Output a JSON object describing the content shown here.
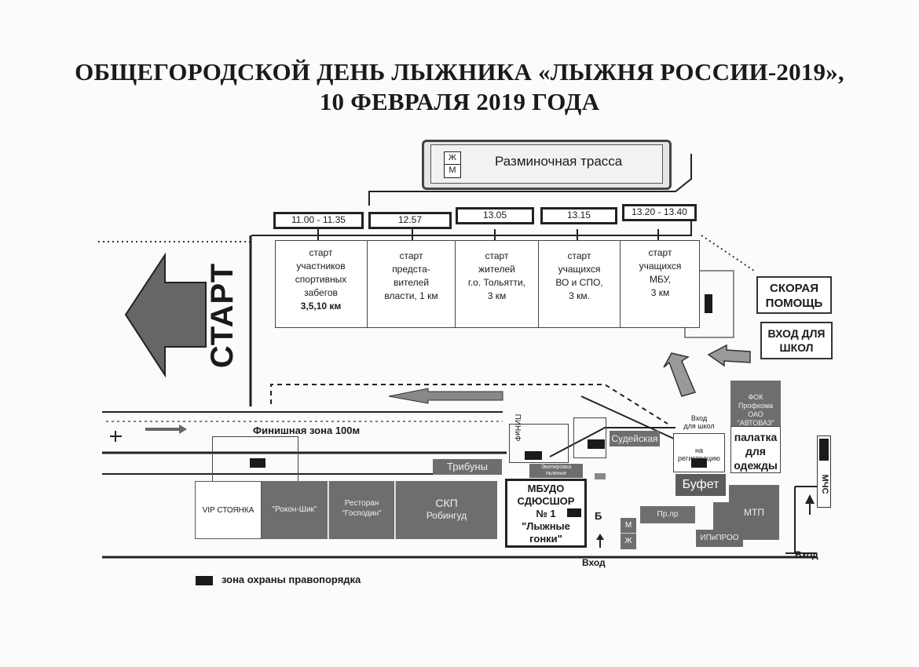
{
  "title": {
    "line1": "ОБЩЕГОРОДСКОЙ ДЕНЬ ЛЫЖНИКА «ЛЫЖНЯ РОССИИ-2019»,",
    "line2": "10 ФЕВРАЛЯ 2019 ГОДА"
  },
  "warmup_track": {
    "label": "Разминочная трасса",
    "wc_top": "Ж",
    "wc_bottom": "М"
  },
  "start": {
    "label": "СТАРТ"
  },
  "start_times": [
    "11.00 - 11.35",
    "12.57",
    "13.05",
    "13.15",
    "13.20 - 13.40"
  ],
  "start_groups": [
    {
      "l1": "старт",
      "l2": "участников",
      "l3": "спортивных",
      "l4": "забегов",
      "l5": "3,5,10 км"
    },
    {
      "l1": "старт",
      "l2": "предста-",
      "l3": "вителей",
      "l4": "власти, 1 км",
      "l5": ""
    },
    {
      "l1": "старт",
      "l2": "жителей",
      "l3": "г.о. Тольятти,",
      "l4": "3 км",
      "l5": ""
    },
    {
      "l1": "старт",
      "l2": "учащихся",
      "l3": "ВО и СПО,",
      "l4": "3 км.",
      "l5": ""
    },
    {
      "l1": "старт",
      "l2": "учащихся",
      "l3": "МБУ,",
      "l4": "3 км",
      "l5": ""
    }
  ],
  "ambulance": {
    "l1": "СКОРАЯ",
    "l2": "ПОМОЩЬ"
  },
  "school_entrance": {
    "l1": "ВХОД ДЛЯ",
    "l2": "ШКОЛ"
  },
  "finish_zone": "Финишная зона 100м",
  "pinif": "ПИНиФ",
  "judges": "Судейская",
  "stands": "Трибуны",
  "vip_parking": "VIP СТОЯНКА",
  "restaurant1": "\"Рокон-Шик\"",
  "restaurant2": {
    "l1": "Ресторан",
    "l2": "\"Господин\""
  },
  "skp": {
    "l1": "СКП",
    "l2": "Робингуд"
  },
  "school": {
    "l1": "МБУДО",
    "l2": "СДЮСШОР",
    "l3": "№ 1",
    "l4": "\"Лыжные",
    "l5": "гонки\""
  },
  "small_sign": {
    "l1": "Экипировка",
    "l2": "лыжные"
  },
  "school_reg_entry": {
    "l1": "Вход",
    "l2": "для школ"
  },
  "registration": "на регистрацию",
  "buffet": "Буфет",
  "fok": {
    "l1": "ФОК Профкома",
    "l2": "ОАО \"АВТОВАЗ\""
  },
  "clothes_tent": {
    "l1": "палатка",
    "l2": "для",
    "l3": "одежды"
  },
  "mtp": "МТП",
  "ip_proo": "ИПиПРОО",
  "prlr": "Пр.лр",
  "mchs": "МЧС",
  "wc2_top": "М",
  "wc2_bottom": "Ж",
  "b_sign": "Б",
  "entrance1": "Вход",
  "entrance2": "Вход",
  "legend": "зона охраны правопорядка"
}
